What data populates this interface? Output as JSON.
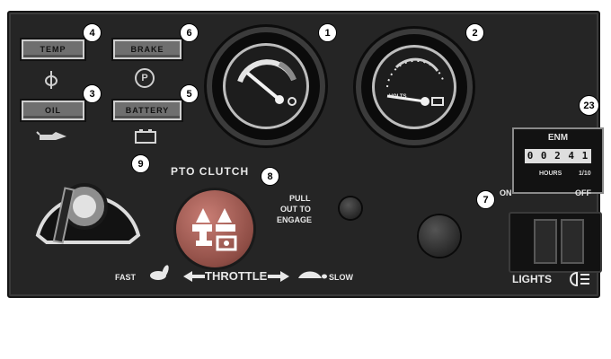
{
  "lamps": {
    "temp": "TEMP",
    "brake": "BRAKE",
    "oil": "OIL",
    "battery": "BATTERY"
  },
  "callouts": {
    "c1": "1",
    "c2": "2",
    "c3": "3",
    "c4": "4",
    "c5": "5",
    "c6": "6",
    "c7": "7",
    "c8": "8",
    "c9": "9",
    "c23": "23"
  },
  "pto": {
    "label": "PTO CLUTCH",
    "instruction": [
      "PULL",
      "OUT TO",
      "ENGAGE"
    ]
  },
  "throttle": {
    "fast": "FAST",
    "label": "THROTTLE",
    "slow": "SLOW"
  },
  "lights": {
    "on": "ON",
    "off": "OFF",
    "label": "LIGHTS"
  },
  "hour_meter": {
    "brand": "ENM",
    "reading": "0 0 2 4 1",
    "units": "HOURS",
    "fraction": "1/10"
  },
  "voltmeter": {
    "label": "VOLTS"
  },
  "brake_symbol": "P"
}
